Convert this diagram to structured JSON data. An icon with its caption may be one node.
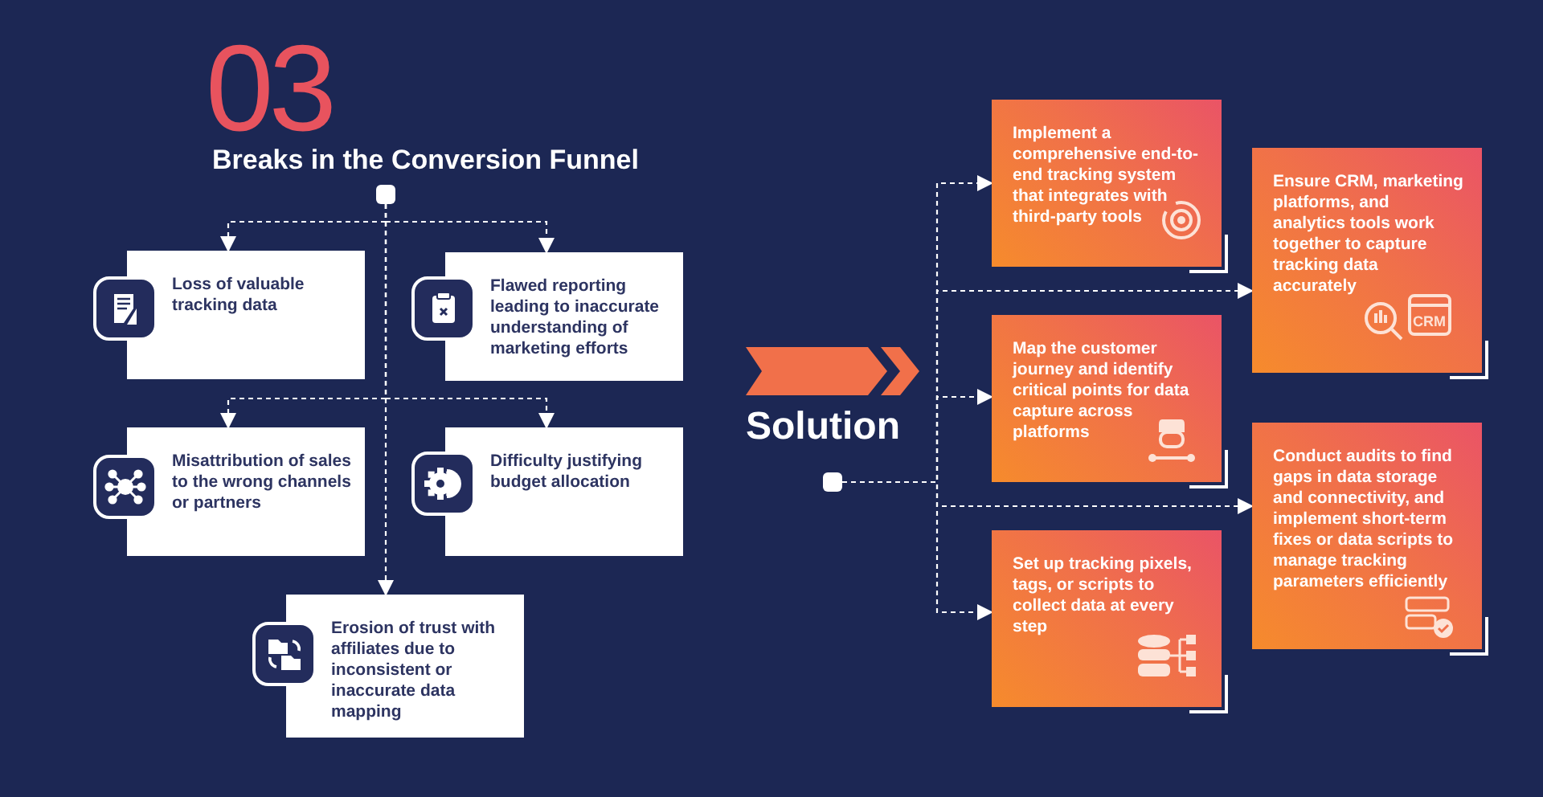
{
  "diagram": {
    "title": "Breaks in the Conversion Funnel",
    "nodes": [
      {
        "text": [],
        "shape": "box"
      },
      {
        "text": [
          "Loss of valuable tracking data"
        ]
      },
      {
        "text": [
          "Flawed reporting leading to inaccurate understanding of marketing efforts"
        ]
      },
      {
        "text": [
          "Misattribution of sales to the wrong channels or partners"
        ]
      },
      {
        "text": [
          "Difficulty justifying budget allocation"
        ]
      },
      {
        "text": [
          "Erosion of trust with affiliates due to inconsistent or inaccurate data mapping"
        ]
      },
      {
        "text": [],
        "shape": "box"
      },
      {
        "text": [
          "Implement a comprehensive end-to-end tracking system that integrates with third-party tools"
        ]
      },
      {
        "text": [
          "Ensure CRM, marketing platforms, and analytics tools work together to capture tracking data accurately"
        ]
      },
      {
        "text": [
          "Map the customer journey and identify critical points for data capture across platforms"
        ]
      },
      {
        "text": [
          "Conduct audits to find gaps in data storage and connectivity, and implement short-term fixes or data scripts to manage tracking parameters efficiently"
        ]
      },
      {
        "text": [
          "Set up tracking pixels, tags, or scripts to collect data at every step"
        ]
      }
    ],
    "edges": [
      {
        "from": 0,
        "to": 1,
        "arrow": "to",
        "style": "dashed"
      },
      {
        "from": 0,
        "to": 2,
        "arrow": "to",
        "style": "dashed"
      },
      {
        "from": 0,
        "to": 3,
        "arrow": "to",
        "style": "dashed"
      },
      {
        "from": 0,
        "to": 4,
        "arrow": "to",
        "style": "dashed"
      },
      {
        "from": 0,
        "to": 5,
        "arrow": "to",
        "style": "dashed"
      },
      {
        "from": 6,
        "to": 7,
        "arrow": "to",
        "style": "dashed"
      },
      {
        "from": 6,
        "to": 8,
        "arrow": "to",
        "style": "dashed"
      },
      {
        "from": 6,
        "to": 9,
        "arrow": "to",
        "style": "dashed"
      },
      {
        "from": 6,
        "to": 10,
        "arrow": "to",
        "style": "dashed"
      },
      {
        "from": 6,
        "to": 11,
        "arrow": "to",
        "style": "dashed"
      }
    ],
    "labels": [
      "03",
      "Solution",
      "CRM"
    ]
  }
}
